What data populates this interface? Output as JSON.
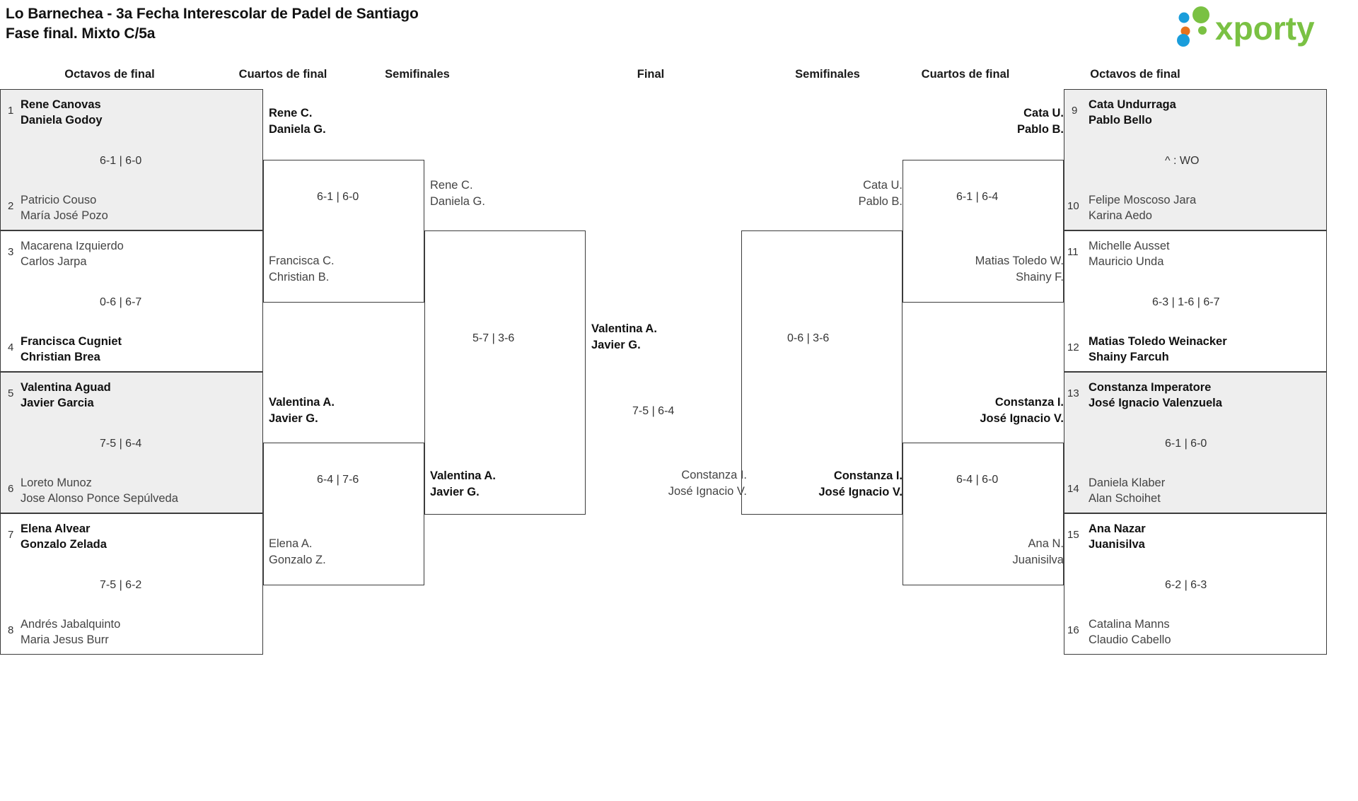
{
  "header": {
    "title_line1": "Lo Barnechea - 3a Fecha Interescolar de Padel de Santiago",
    "title_line2": "Fase final. Mixto C/5a",
    "logo_text": "xporty",
    "logo_colors": {
      "blue": "#1a9ddb",
      "orange": "#e8721c",
      "green": "#7ac143"
    }
  },
  "round_headings": {
    "left_octavos": "Octavos de final",
    "left_cuartos": "Cuartos de final",
    "left_semis": "Semifinales",
    "final": "Final",
    "right_semis": "Semifinales",
    "right_cuartos": "Cuartos de final",
    "right_octavos": "Octavos de final"
  },
  "left_octavos": [
    {
      "seed": "1",
      "p1": "Rene Canovas",
      "p2": "Daniela Godoy",
      "winner": true
    },
    {
      "seed": "2",
      "p1": "Patricio Couso",
      "p2": "María José Pozo",
      "winner": false
    },
    {
      "seed": "3",
      "p1": "Macarena Izquierdo",
      "p2": "Carlos Jarpa",
      "winner": false
    },
    {
      "seed": "4",
      "p1": "Francisca Cugniet",
      "p2": "Christian Brea",
      "winner": true
    },
    {
      "seed": "5",
      "p1": "Valentina Aguad",
      "p2": "Javier Garcia",
      "winner": true
    },
    {
      "seed": "6",
      "p1": "Loreto Munoz",
      "p2": "Jose Alonso Ponce Sepúlveda",
      "winner": false
    },
    {
      "seed": "7",
      "p1": "Elena Alvear",
      "p2": "Gonzalo Zelada",
      "winner": true
    },
    {
      "seed": "8",
      "p1": "Andrés Jabalquinto",
      "p2": "Maria Jesus Burr",
      "winner": false
    }
  ],
  "left_octavos_scores": [
    "6-1 | 6-0",
    "0-6 | 6-7",
    "7-5 | 6-4",
    "7-5 | 6-2"
  ],
  "left_cuartos": [
    {
      "p1": "Rene C.",
      "p2": "Daniela G.",
      "winner": true
    },
    {
      "p1": "Francisca C.",
      "p2": "Christian B.",
      "winner": false
    },
    {
      "p1": "Valentina A.",
      "p2": "Javier G.",
      "winner": true
    },
    {
      "p1": "Elena A.",
      "p2": "Gonzalo Z.",
      "winner": false
    }
  ],
  "left_cuartos_scores": [
    "6-1 | 6-0",
    "6-4 | 7-6"
  ],
  "left_semis": [
    {
      "p1": "Rene C.",
      "p2": "Daniela G.",
      "winner": false
    },
    {
      "p1": "Valentina A.",
      "p2": "Javier G.",
      "winner": true
    }
  ],
  "left_semis_score": "5-7 | 3-6",
  "final": {
    "top": {
      "p1": "Valentina A.",
      "p2": "Javier G.",
      "winner": true
    },
    "bottom": {
      "p1": "Constanza I.",
      "p2": "José Ignacio V.",
      "winner": false
    },
    "score": "7-5 | 6-4"
  },
  "right_semis": [
    {
      "p1": "Cata U.",
      "p2": "Pablo B.",
      "winner": false
    },
    {
      "p1": "Constanza I.",
      "p2": "José Ignacio V.",
      "winner": true
    }
  ],
  "right_semis_score": "0-6 | 3-6",
  "right_cuartos": [
    {
      "p1": "Cata U.",
      "p2": "Pablo B.",
      "winner": true
    },
    {
      "p1": "Matias Toledo W.",
      "p2": "Shainy F.",
      "winner": false
    },
    {
      "p1": "Constanza I.",
      "p2": "José Ignacio V.",
      "winner": true
    },
    {
      "p1": "Ana N.",
      "p2": "Juanisilva",
      "winner": false
    }
  ],
  "right_cuartos_scores": [
    "6-1 | 6-4",
    "6-4 | 6-0"
  ],
  "right_octavos": [
    {
      "seed": "9",
      "p1": "Cata Undurraga",
      "p2": "Pablo Bello",
      "winner": true
    },
    {
      "seed": "10",
      "p1": "Felipe Moscoso Jara",
      "p2": "Karina Aedo",
      "winner": false
    },
    {
      "seed": "11",
      "p1": "Michelle Ausset",
      "p2": "Mauricio Unda",
      "winner": false
    },
    {
      "seed": "12",
      "p1": "Matias Toledo Weinacker",
      "p2": "Shainy Farcuh",
      "winner": true
    },
    {
      "seed": "13",
      "p1": "Constanza Imperatore",
      "p2": "José Ignacio Valenzuela",
      "winner": true
    },
    {
      "seed": "14",
      "p1": "Daniela Klaber",
      "p2": "Alan Schoihet",
      "winner": false
    },
    {
      "seed": "15",
      "p1": "Ana Nazar",
      "p2": "Juanisilva",
      "winner": true
    },
    {
      "seed": "16",
      "p1": "Catalina Manns",
      "p2": "Claudio Cabello",
      "winner": false
    }
  ],
  "right_octavos_scores": [
    "^ : WO",
    "6-3 | 1-6 | 6-7",
    "6-1 | 6-0",
    "6-2 | 6-3"
  ]
}
